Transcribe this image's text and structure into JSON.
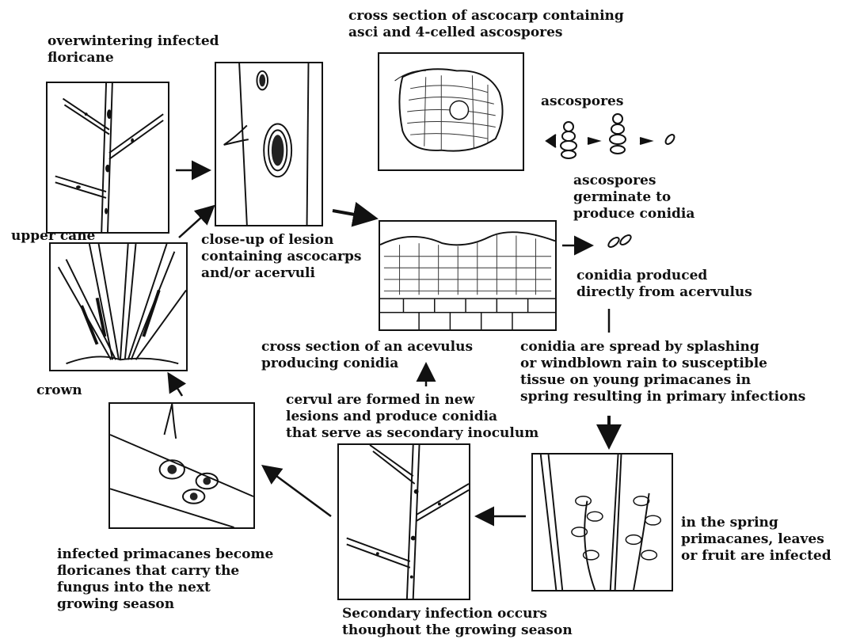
{
  "labels": {
    "overwintering": "overwintering infected\nfloricane",
    "cross_section_ascocarp": "cross section of ascocarp containing\nasci and 4-celled ascospores",
    "ascospores": "ascospores",
    "ascospores_germinate": "ascospores\ngerminate to\nproduce conidia",
    "upper_cane": "upper cane",
    "close_up_lesion": "close-up of lesion\ncontaining ascocarps\nand/or acervuli",
    "conidia_produced": "conidia produced\ndirectly from acervulus",
    "cross_section_acervulus": "cross section of an acevulus\nproducing conidia",
    "conidia_spread": "conidia are spread by splashing\nor windblown rain to susceptible\ntissue on young primacanes in\nspring resulting in primary infections",
    "crown": "crown",
    "cervul_formed": "cervul are formed in new\nlesions and produce conidia\nthat serve as secondary inoculum",
    "spring_infected": "in the spring\nprimacanes, leaves\nor fruit are infected",
    "infected_primacanes": "infected primacanes become\nfloricanes that carry the\nfungus into the next\ngrowing season",
    "secondary_infection": "Secondary infection occurs\nthoughout the growing season"
  }
}
